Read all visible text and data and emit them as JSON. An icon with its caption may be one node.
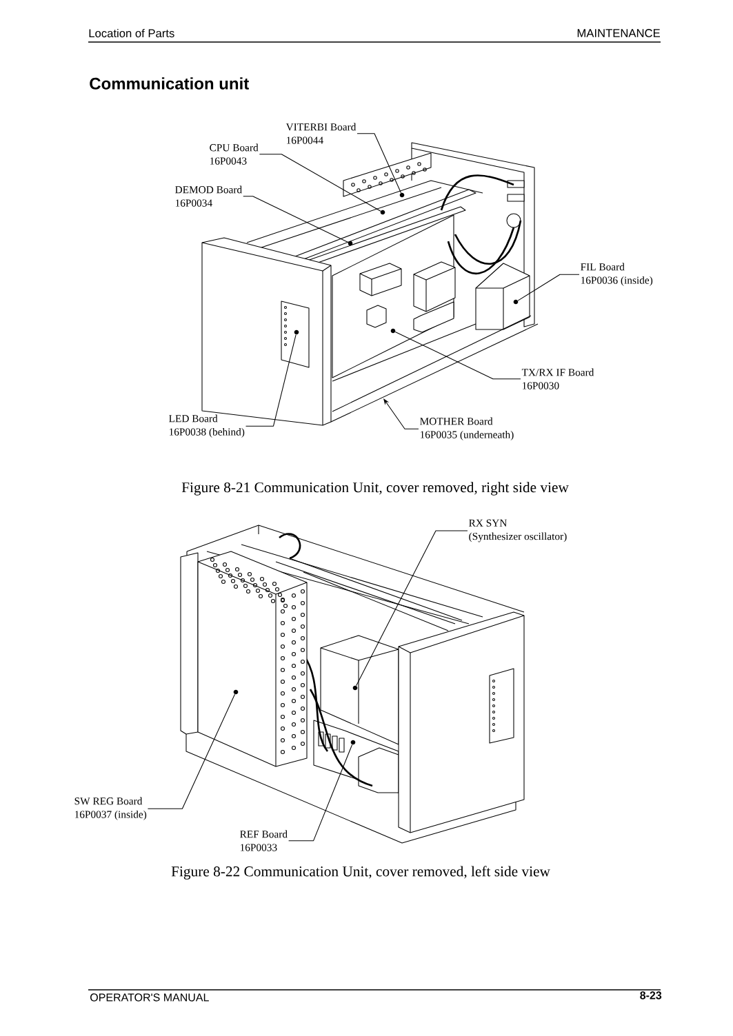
{
  "diagram": {
    "title": "Communication unit",
    "nodes": [
      {
        "text": [
          "VITERBI Board",
          "16P0044"
        ]
      },
      {
        "text": [
          "CPU Board",
          "16P0043"
        ]
      },
      {
        "text": [
          "DEMOD Board",
          "16P0034"
        ]
      },
      {
        "text": [
          "FIL Board",
          "16P0036 (inside)"
        ]
      },
      {
        "text": [
          "TX/RX IF Board",
          "16P0030"
        ]
      },
      {
        "text": [
          "LED Board",
          "16P0038 (behind)"
        ]
      },
      {
        "text": [
          "MOTHER Board",
          "16P0035 (underneath)"
        ]
      },
      {
        "text": [
          "RX SYN",
          "(Synthesizer oscillator)"
        ]
      },
      {
        "text": [
          "SW REG Board",
          "16P0037 (inside)"
        ]
      },
      {
        "text": [
          "REF Board",
          "16P0033"
        ]
      },
      {
        "text": [],
        "shape": "circle"
      },
      {
        "text": [],
        "shape": "circle"
      },
      {
        "text": [],
        "shape": "circle"
      },
      {
        "text": [],
        "shape": "circle"
      },
      {
        "text": [],
        "shape": "circle"
      },
      {
        "text": [],
        "shape": "circle"
      },
      {
        "text": [],
        "shape": "circle"
      },
      {
        "text": [],
        "shape": "circle"
      },
      {
        "text": [],
        "shape": "circle"
      }
    ],
    "edges": [
      {
        "from": 0,
        "to": 10,
        "arrow": "none"
      },
      {
        "from": 1,
        "to": 11,
        "arrow": "none"
      },
      {
        "from": 2,
        "to": 12,
        "arrow": "none"
      },
      {
        "from": 3,
        "to": 13,
        "arrow": "none"
      },
      {
        "from": 4,
        "to": 14,
        "arrow": "none"
      },
      {
        "from": 5,
        "to": 15,
        "arrow": "none"
      },
      {
        "from": 6,
        "to": null,
        "arrow": "to"
      },
      {
        "from": 7,
        "to": 16,
        "arrow": "none"
      },
      {
        "from": 8,
        "to": 17,
        "arrow": "none"
      },
      {
        "from": 9,
        "to": 18,
        "arrow": "none"
      }
    ],
    "labels": [
      "Location of Parts",
      "MAINTENANCE",
      "Figure 8-21 Communication Unit, cover removed, right side view",
      "Figure 8-22 Communication Unit, cover removed, left side view",
      "OPERATOR'S MANUAL",
      "8-23"
    ]
  }
}
